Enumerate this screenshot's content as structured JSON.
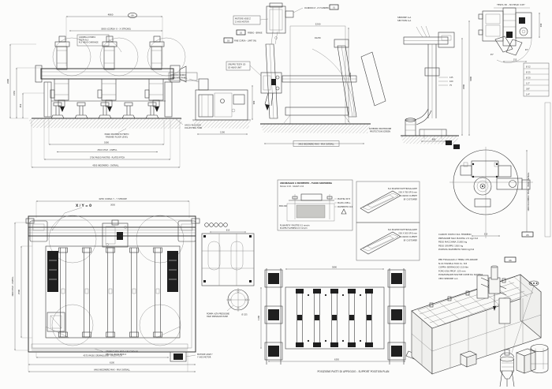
{
  "labels": {
    "xy_zero": "X / Y = 0",
    "support_caption": "POSIZIONE PIATTI DI APPOGGIO - SUPPORT POSITION PLAN",
    "balloon_front": "04",
    "tag_a": "05",
    "tag_b": "06"
  },
  "front": {
    "ft1": "4860",
    "ft2": "3000 (CORSA X - X STROKE)",
    "fl1": "2600",
    "fl2": "1950",
    "fl3": "850",
    "fb1": "1800",
    "fb2": "2500 UTILE - USEFUL",
    "fb3": "3700 PASSO PIASTRE - PLATES PITCH",
    "fb4": "4500 INGOMBRO - OVERALL",
    "nb": [
      "CARRELLO PORTA",
      "TESTA N.3",
      "N.3 HEAD CARRIAGE"
    ],
    "gnote": [
      "PIANO PAVIMENTO FINITO",
      "FINISHED FLOOR LEVEL"
    ],
    "rl": [
      "VASCA RACCOLTA",
      "COLLECTING TANK"
    ]
  },
  "mid": {
    "mb1": "1200",
    "mr1": "900",
    "box": [
      "QUADRO BORDO",
      "ON-BOARD PANEL"
    ]
  },
  "mid3": {
    "l0": "CILINDRO Z - Z CYLINDER",
    "b": [
      "MOTORE ASSE Z",
      "Z AXIS MOTOR"
    ],
    "c0": "FRENO - BRAKE",
    "d0": "FINE CORSA - LIMIT SW."
  },
  "side": {
    "st1": "2200",
    "sr1": "2600",
    "sb1": "3465 INGOMBRO MAX - MAX OVERALL",
    "arc_r": "R1250",
    "guard": [
      "SCHERMO PROTEZIONE",
      "PROTECTION SCREEN"
    ],
    "box": [
      "GRUPPO TESTA 3D",
      "3D HEAD UNIT"
    ]
  },
  "column": {
    "h": [
      "SEZIONE A-A",
      "SECTION A-A"
    ],
    "cr1": "2980",
    "cr2": "3600",
    "m": [
      "125",
      "100",
      "75"
    ],
    "cb1": "680"
  },
  "misc": {
    "stack": [
      "Ø 32",
      "Ø 25",
      "Ø 20",
      "1/2\"",
      "3/8\"",
      "1/4\""
    ],
    "tag01": "01",
    "tag02": "02",
    "tag03": "03"
  },
  "bevel": {
    "title": "TESTA 3D - 3D HEAD ±45°",
    "a1": "45°",
    "a2": "45°",
    "d1": "260",
    "d2": "155"
  },
  "circ": {
    "cd1": "1000 INGOMBRO TESTA - HEAD OVERALL",
    "cd2": "310"
  },
  "anchor": {
    "t1": "ANCORAGGIO A PAVIMENTO - FLOOR ANCHORING",
    "t2": "SCALA 1:10 - SCALE 1:10",
    "r": [
      "PIASTRA SP 8",
      "MALTA LIVELL.",
      "PAVIMENTO CLS"
    ],
    "l0": "MIN 200",
    "n": [
      "PLANARITA' PIASTRE 0.5 mm/m",
      "PLATES FLATNESS 0.5 mm/m"
    ]
  },
  "plates": {
    "p1": [
      "N.4 PIASTRE ELETTROSALDATE",
      "200 X 780 SP 8 mm",
      "A CARICO CLIENTE",
      "BY CUSTOMER"
    ],
    "p2": [
      "N.6 PIASTRE ELETTROSALDATE",
      "200 X 500 SP 8 mm",
      "A CARICO CLIENTE",
      "BY CUSTOMER"
    ]
  },
  "notes": {
    "p1": [
      "CARICHI STATICI SUL TERRENO",
      "PRESSIONE MAX PIASTRA 2.5 kg/cm2",
      "PESO MACCHINA 21000 kg",
      "PESO GRUPPO 1500 kg",
      "PORTATA PAVIMENTO 5000 kg/m2"
    ],
    "p2": [
      "PER FISSAGGIO A TERRA UTILIZZARE",
      "N.16 TASSELLI M16 CL. 8.8",
      "COPPIA SERRAGGIO 110 Nm",
      "FORO Ø16 PROF. 125 mm",
      "POSIZIONARE PIASTRE COME DA SCHEMA",
      "VEDI SEZIONE A-A"
    ]
  },
  "plan": {
    "pt1": "4250 CORSA Y - Y STROKE",
    "pt2": "3050",
    "pl1": "3000 UTILE - USEFUL",
    "pl2": "2500",
    "pb1": "4575 PASSO CREMAGLIERA - RACK PITCH",
    "pb2": "6100",
    "pb3": "6460 INGOMBRO MAX - MAX OVERALL",
    "rn": [
      "CREMAGLIERA MOD.4 ELICOIDALE",
      "HELICAL RACK MOD.4"
    ],
    "br": [
      "MOTORE ASSE Y",
      "Y AXIS MOTOR"
    ]
  },
  "pd": {
    "n": [
      "POMPA ALTA PRESSIONE",
      "HIGH PRESSURE PUMP"
    ],
    "d1": "Ø 325",
    "d2": "610"
  },
  "fnd": {
    "d1": "5890",
    "d2": "6350",
    "d3": "1180"
  }
}
